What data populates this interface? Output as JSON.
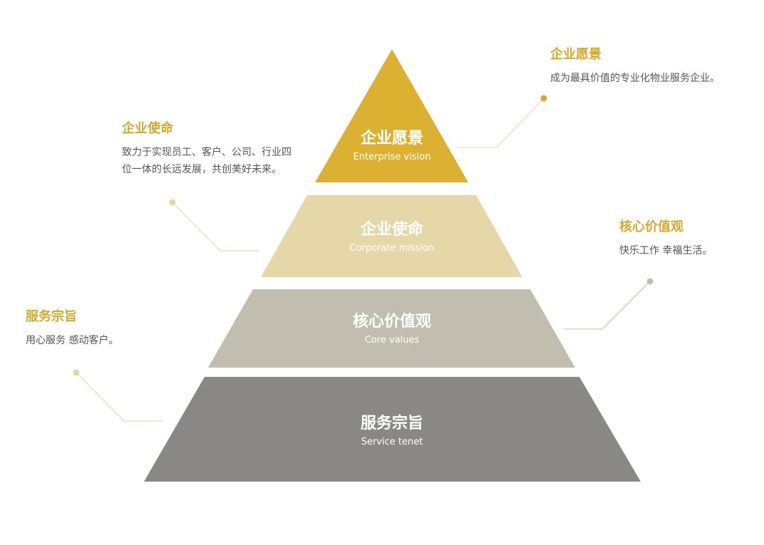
{
  "tiers": [
    {
      "title": "企业愿景",
      "subtitle": "Enterprise vision",
      "color": "#dcb132"
    },
    {
      "title": "企业使命",
      "subtitle": "Corporate mission",
      "color": "#e6d7a8"
    },
    {
      "title": "核心价值观",
      "subtitle": "Core values",
      "color": "#c1beb0"
    },
    {
      "title": "服务宗旨",
      "subtitle": "Service tenet",
      "color": "#898886"
    }
  ],
  "callouts": {
    "vision": {
      "title": "企业愿景",
      "text": "成为最具价值的专业化物业服务企业。"
    },
    "mission": {
      "title": "企业使命",
      "text": "致力于实现员工、客户、公司、行业四位一体的长远发展，共创美好未来。"
    },
    "values": {
      "title": "核心价值观",
      "text": "快乐工作 幸福生活。"
    },
    "tenet": {
      "title": "服务宗旨",
      "text": "用心服务 感动客户。"
    }
  },
  "colors": {
    "accent": "#d4a92c",
    "leader_line": "#e3d5a4",
    "leader_dot": "#e3d5a4",
    "values_dot": "#c1beb0"
  }
}
